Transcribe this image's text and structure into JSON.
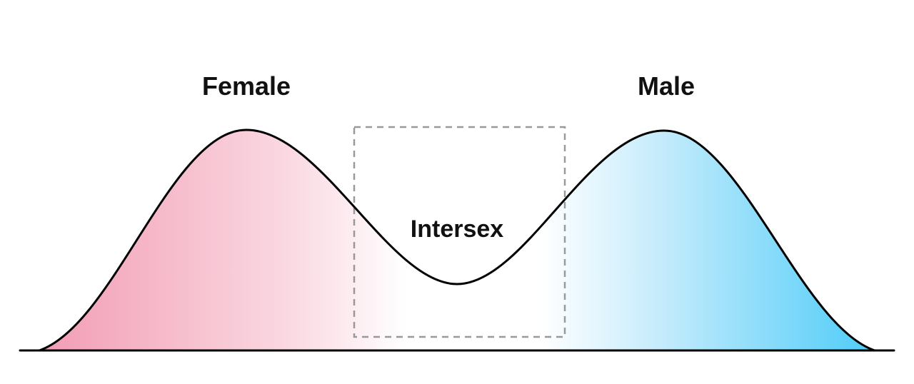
{
  "diagram": {
    "labels": {
      "female": "Female",
      "male": "Male",
      "intersex": "Intersex"
    },
    "colors": {
      "background": "#ffffff",
      "outline": "#000000",
      "dashed_box": "#999999",
      "female_strong": "#f29cb4",
      "female_soft": "#fad9e2",
      "center_white_left": "#ffffff",
      "center_white_right": "#ffffff",
      "male_soft": "#c6ecfc",
      "male_strong": "#4fccf8"
    }
  }
}
